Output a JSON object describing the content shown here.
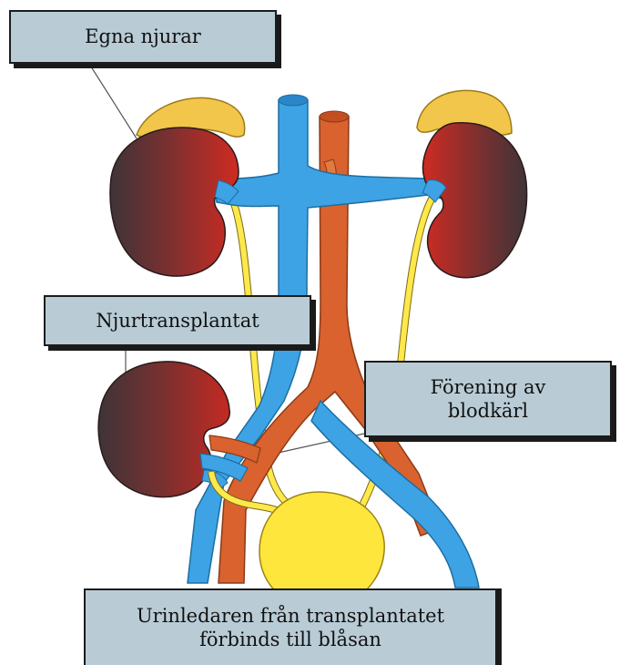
{
  "labels": {
    "own_kidneys": "Egna njurar",
    "transplant": "Njurtransplantat",
    "vessel_union_line1": "Förening av",
    "vessel_union_line2": "blodkärl",
    "ureter_line1": "Urinledaren från transplantatet",
    "ureter_line2": "förbinds till blåsan"
  },
  "colors": {
    "label_fill": "#b9ccd6",
    "label_border": "#1c1c1c",
    "vein": "#3ea3e4",
    "artery": "#d9622e",
    "ureter": "#ffe94a",
    "bladder": "#ffe63c",
    "adrenal": "#f1c64a",
    "kidney_dark": "#46383c",
    "kidney_red": "#c72a22"
  }
}
